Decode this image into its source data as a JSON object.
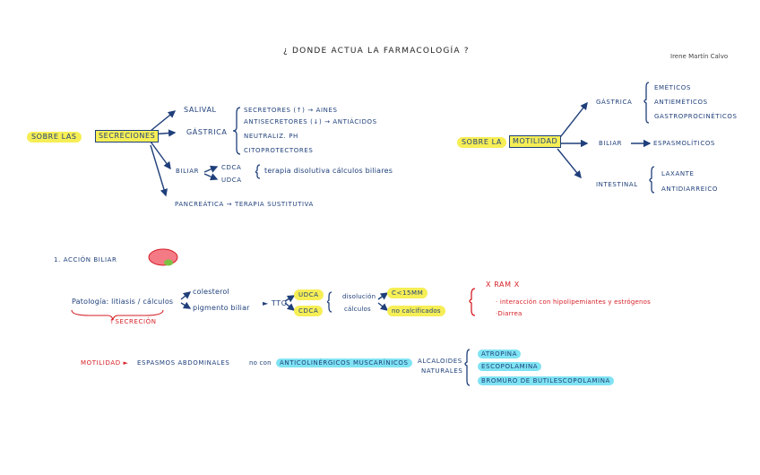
{
  "title": "¿ DONDE ACTUA LA FARMACOLOGÍA ?",
  "author": "Irene Martín Calvo",
  "secreciones": {
    "prefix": "SOBRE LAS",
    "label": "SECRECIONES",
    "salival": "SALIVAL",
    "gastrica": "GÁSTRICA",
    "gastrica_items": [
      "SECRETORES (↑) → AINES",
      "ANTISECRETORES (↓) → ANTIÁCIDOS",
      "NEUTRALIZ. PH",
      "CITOPROTECTORES"
    ],
    "biliar": "BILIAR",
    "biliar_items": [
      "CDCA",
      "UDCA"
    ],
    "biliar_note": "terapia disolutiva cálculos biliares",
    "pancreatica": "PANCREÁTICA → terapia sustitutiva"
  },
  "motilidad": {
    "prefix": "SOBRE LA",
    "label": "MOTILIDAD",
    "gastrica": "GÁSTRICA",
    "gastrica_items": [
      "EMÉTICOS",
      "ANTIEMÉTICOS",
      "GASTROPROCINÉTICOS"
    ],
    "biliar": "BILIAR",
    "biliar_item": "ESPASMOLÍTICOS",
    "intestinal": "INTESTINAL",
    "intestinal_items": [
      "LAXANTE",
      "ANTIDIARREICO"
    ]
  },
  "accion_biliar": {
    "heading": "1. ACCIÓN BILIAR",
    "patologia": "Patología: litiasis / cálculos",
    "secrecion": "↑SECRECIÓN",
    "causas": [
      "colesterol",
      "pigmento biliar"
    ],
    "tto": "► TTO",
    "farmacos": [
      "UDCA",
      "CDCA"
    ],
    "disolucion": [
      "disolución",
      "cálculos"
    ],
    "condiciones": [
      "C<15mm",
      "no calcificados"
    ],
    "ram_title": "X RAM X",
    "ram_items": [
      "· interacción con hipolipemiantes y estrógenos",
      "·Diarrea"
    ]
  },
  "motilidad_row": {
    "label": "MOTILIDAD ►",
    "espasmos": "ESPASMOS ABDOMINALES",
    "no_con": "no con",
    "anticolinergicos": "ANTICOLINÉRGICOS MUSCARÍNICOS",
    "alcaloides": [
      "ALCALOIDES",
      "NATURALES"
    ],
    "items": [
      "ATROPINA",
      "ESCOPOLAMINA",
      "BROMURO DE BUTILESCOPOLAMINA"
    ]
  },
  "colors": {
    "ink": "#1f3f7a",
    "red": "#d61f26",
    "yellow": "#f6ee55",
    "cyan": "#7fe3f3"
  }
}
